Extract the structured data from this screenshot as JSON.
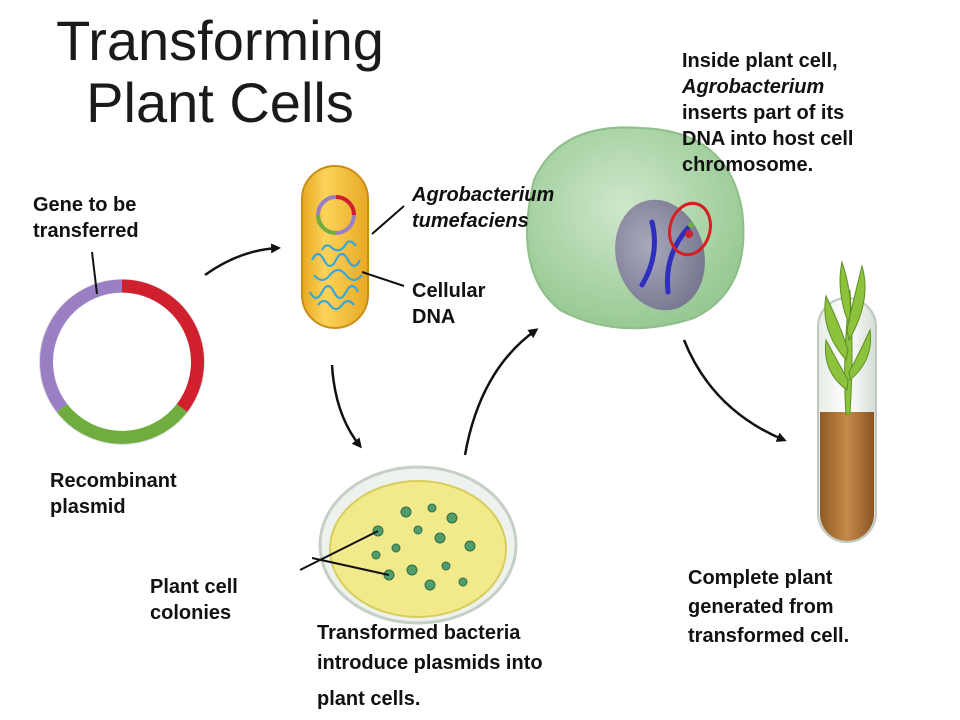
{
  "title": {
    "line1": "Transforming",
    "line2": "Plant Cells"
  },
  "labels": {
    "gene_to_be_transferred": [
      "Gene to be",
      "transferred"
    ],
    "recombinant_plasmid": [
      "Recombinant",
      "plasmid"
    ],
    "agrobacterium_tumefaciens": [
      "Agrobacterium",
      "tumefaciens"
    ],
    "cellular_dna": [
      "Cellular",
      "DNA"
    ],
    "inside_plant_cell": {
      "line1": "Inside plant cell,",
      "line2_italic": "Agrobacterium",
      "line3": "inserts part of its",
      "line4": "DNA into host cell",
      "line5": "chromosome."
    },
    "plant_cell_colonies": [
      "Plant cell",
      "colonies"
    ],
    "transformed_bacteria": [
      "Transformed bacteria",
      "introduce plasmids into",
      "plant cells."
    ],
    "complete_plant": [
      "Complete plant",
      "generated from",
      "transformed cell."
    ]
  },
  "colors": {
    "plasmid_purple": "#9b7fc4",
    "plasmid_red": "#d0202e",
    "plasmid_green": "#6fae3e",
    "bacterium_fill": "#f5c842",
    "plant_cell_fill": "#b8dcb4",
    "nucleus_fill": "#8e8ea6",
    "chromosome_blue": "#2f2fbf",
    "highlight_circle": "#d42020",
    "petri_agar": "#f2e98a",
    "colony_green": "#4f9e6a",
    "soil_brown": "#b57a3a",
    "leaf_green": "#8cc23c"
  }
}
